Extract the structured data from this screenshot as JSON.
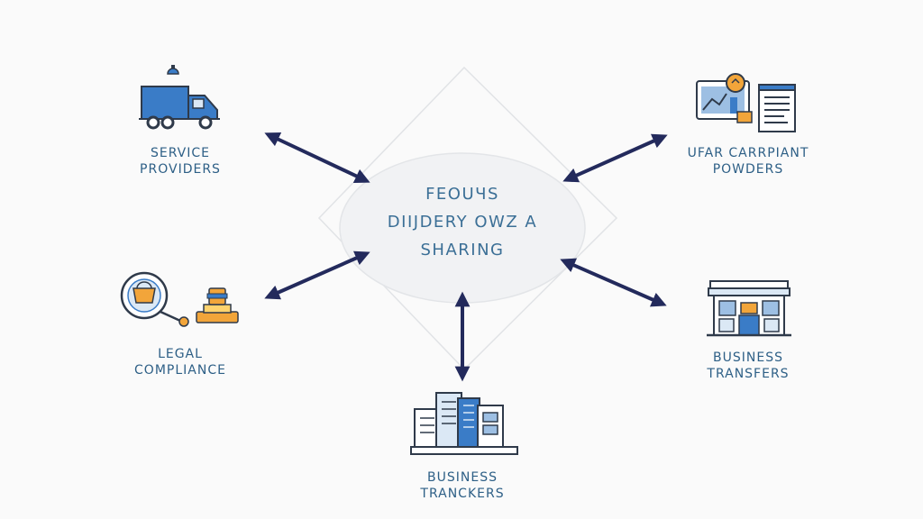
{
  "center": {
    "lines": [
      "FEOUЧS",
      "DIIJDERY OWZ A",
      "SHARING"
    ]
  },
  "nodes": {
    "service_providers": {
      "lines": [
        "SERVICE",
        "PROVIDERS"
      ],
      "icon": "truck-icon"
    },
    "third_party": {
      "lines": [
        "UFAR CARRPIANT",
        "POWDERS"
      ],
      "icon": "analytics-document-icon"
    },
    "legal_compliance": {
      "lines": [
        "LEGAL",
        "COMPLIANCE"
      ],
      "icon": "gavel-icon"
    },
    "business_transfers_right": {
      "lines": [
        "BUSINESS",
        "TRANSFERS"
      ],
      "icon": "storefront-icon"
    },
    "business_transfers_bottom": {
      "lines": [
        "BUSINESS",
        "TRANCKERS"
      ],
      "icon": "office-buildings-icon"
    }
  },
  "colors": {
    "arrow": "#232a5c",
    "label": "#2d5f86",
    "icon_blue": "#3a7cc7",
    "icon_orange": "#f2a53a",
    "outline": "#2f3a4a"
  }
}
